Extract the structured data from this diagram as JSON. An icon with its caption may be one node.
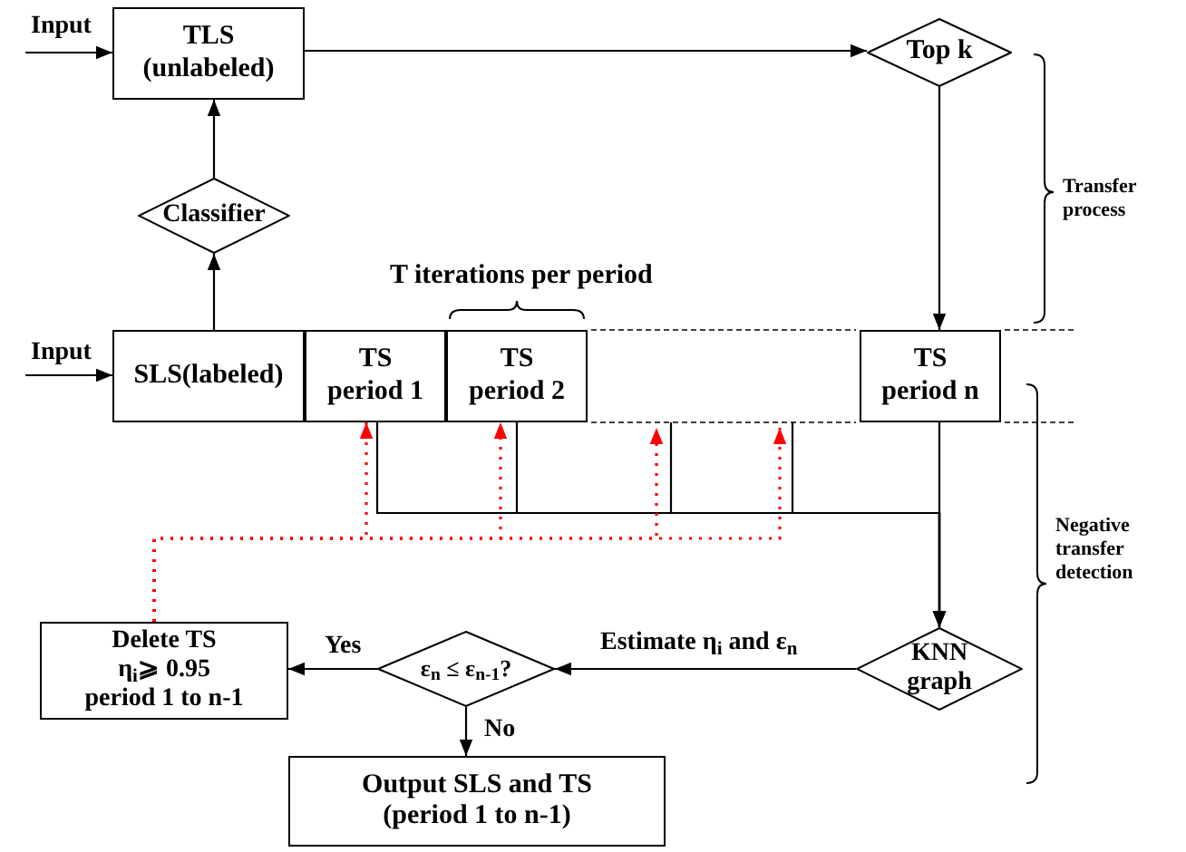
{
  "diagram": {
    "nodes": [
      {
        "text": [
          "TLS (unlabeled)"
        ]
      },
      {
        "text": [
          "Top k"
        ]
      },
      {
        "text": [
          "Classifier"
        ]
      },
      {
        "text": [
          "SLS(labeled)"
        ]
      },
      {
        "text": [
          "TS period 1"
        ]
      },
      {
        "text": [
          "TS period 2"
        ]
      },
      {
        "text": [
          "TS period n"
        ]
      },
      {
        "text": [
          "KNN graph"
        ]
      },
      {
        "text": [
          "ε$_{n}$ ≤ ε$_{n-1}$?"
        ]
      },
      {
        "text": [
          "Delete TS",
          "η$_{i}$⩾ 0.95",
          "period 1 to n-1"
        ]
      },
      {
        "text": [
          "Output SLS and TS (period 1 to n-1)"
        ]
      }
    ],
    "edges": [
      {
        "from": null,
        "to": 0,
        "arrow": "to",
        "label": "Input"
      },
      {
        "from": 0,
        "to": 1,
        "arrow": "to"
      },
      {
        "from": 2,
        "to": 0,
        "arrow": "to"
      },
      {
        "from": 3,
        "to": 2,
        "arrow": "to"
      },
      {
        "from": null,
        "to": 3,
        "arrow": "to",
        "label": "Input"
      },
      {
        "from": 1,
        "to": 6,
        "arrow": "to"
      },
      {
        "from": 4,
        "to": 7,
        "arrow": "to"
      },
      {
        "from": 5,
        "to": 7,
        "arrow": "to"
      },
      {
        "from": null,
        "to": 7,
        "arrow": "to"
      },
      {
        "from": null,
        "to": 7,
        "arrow": "to"
      },
      {
        "from": 6,
        "to": 7,
        "arrow": "to"
      },
      {
        "from": 7,
        "to": 8,
        "arrow": "to",
        "label": "Estimate η$_{i}$ and ε$_{n}$"
      },
      {
        "from": 8,
        "to": 9,
        "arrow": "to",
        "label": "Yes"
      },
      {
        "from": 8,
        "to": 10,
        "arrow": "to",
        "label": "No"
      },
      {
        "from": 9,
        "to": 4,
        "arrow": "to",
        "style": "dashed",
        "color": "#ff0000"
      },
      {
        "from": 9,
        "to": 5,
        "arrow": "to",
        "style": "dashed",
        "color": "#ff0000"
      },
      {
        "from": 9,
        "to": null,
        "arrow": "to",
        "style": "dashed",
        "color": "#ff0000"
      },
      {
        "from": 9,
        "to": null,
        "arrow": "to",
        "style": "dashed",
        "color": "#ff0000"
      }
    ],
    "labels": [
      "T iterations per period",
      "Transfer process",
      "Negative transfer detection"
    ]
  }
}
